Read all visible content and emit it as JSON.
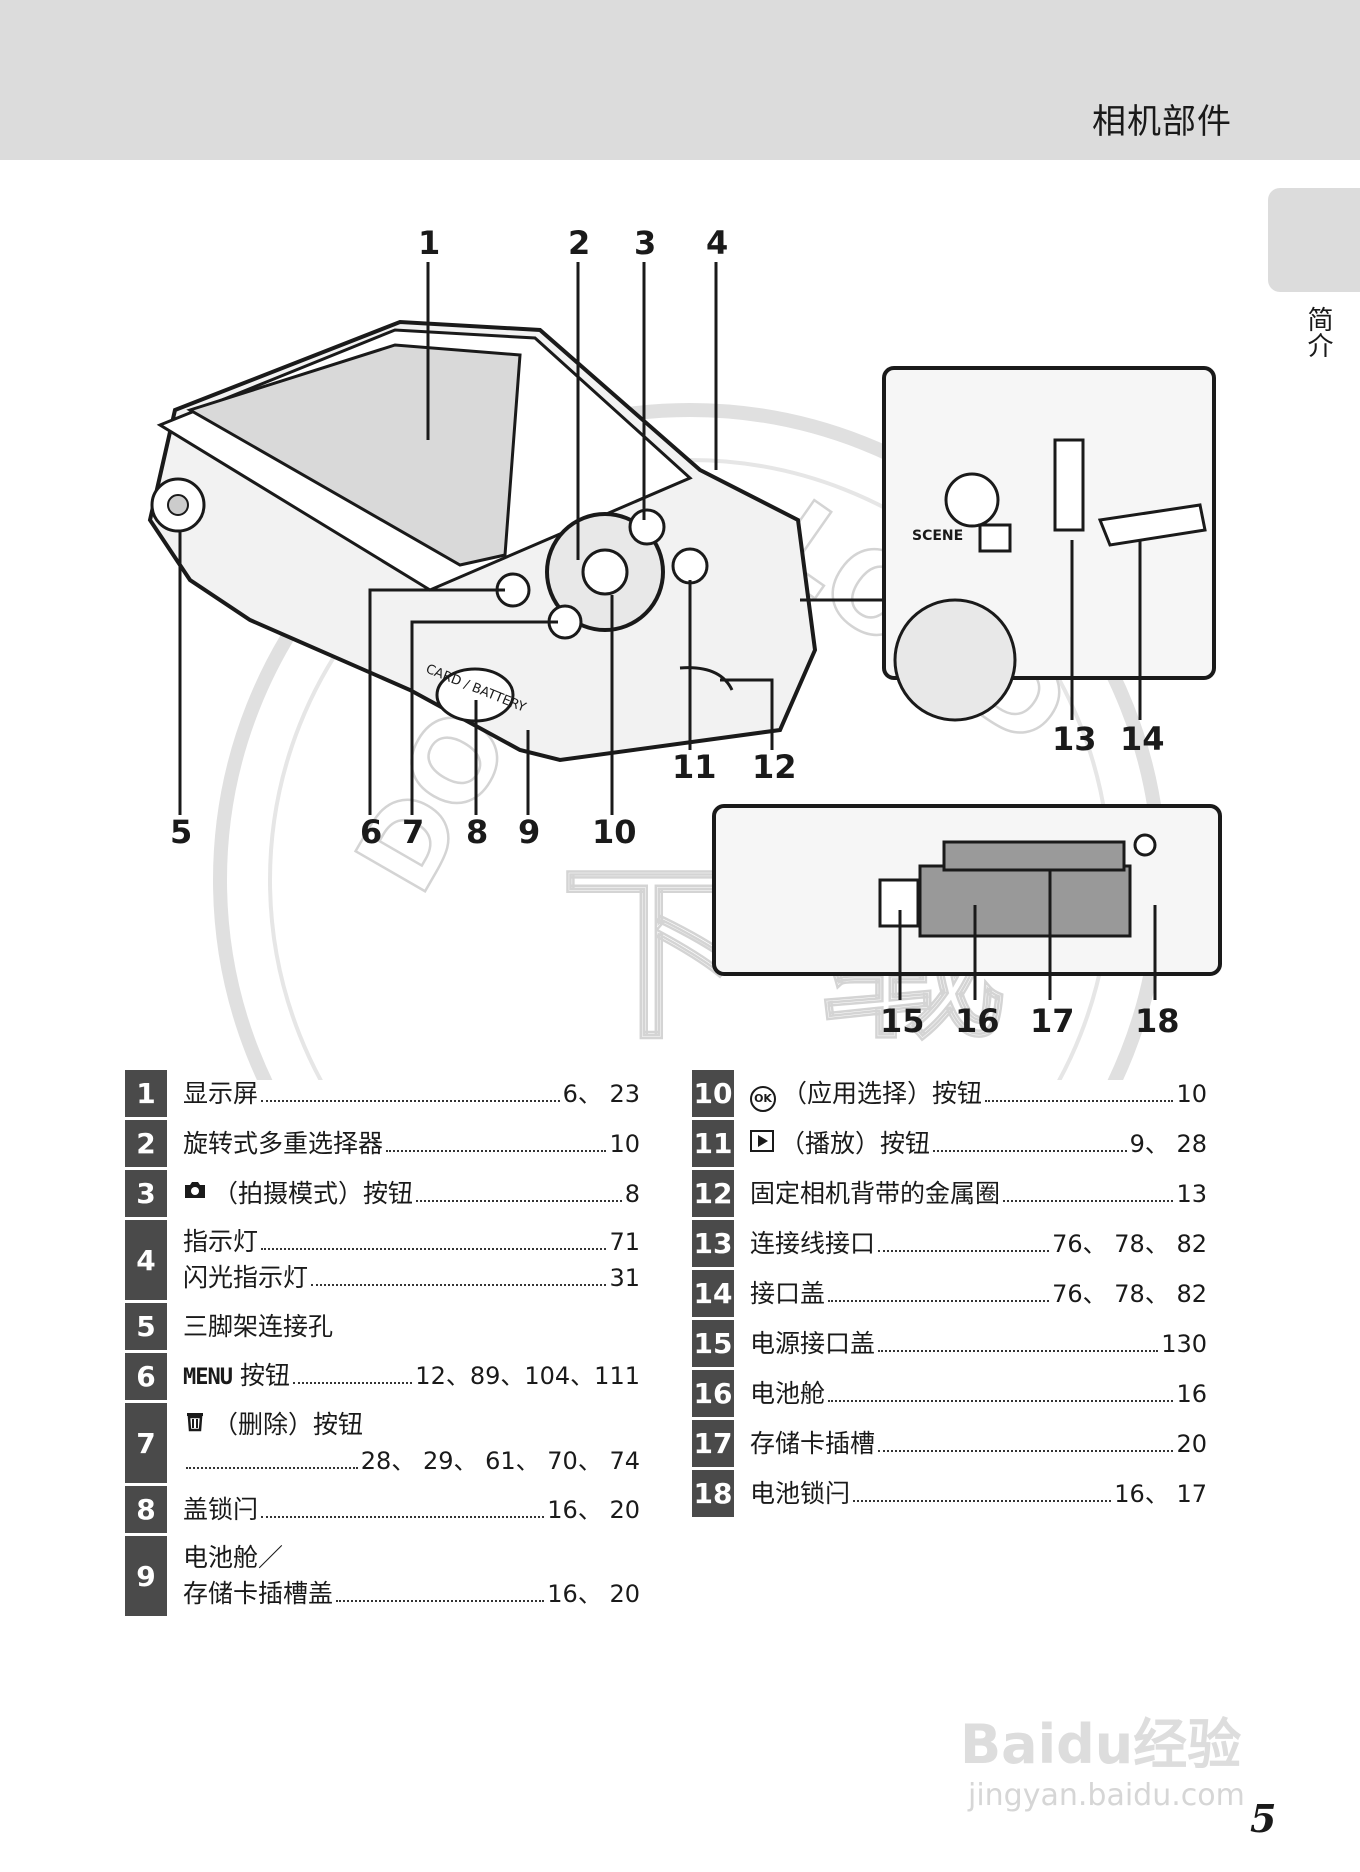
{
  "header": {
    "title": "相机部件"
  },
  "side_tab": {
    "label": "简介"
  },
  "callouts": [
    "1",
    "2",
    "3",
    "4",
    "5",
    "6",
    "7",
    "8",
    "9",
    "10",
    "11",
    "12",
    "13",
    "14",
    "15",
    "16",
    "17",
    "18"
  ],
  "camera_labels": {
    "card_battery": "CARD / BATTERY",
    "scene": "SCENE"
  },
  "watermark": {
    "brand": "Baidu经验",
    "url": "jingyan.baidu.com"
  },
  "parts_left": [
    {
      "num": "1",
      "lines": [
        {
          "text": "显示屏",
          "pages": "6、 23"
        }
      ]
    },
    {
      "num": "2",
      "lines": [
        {
          "text": "旋转式多重选择器",
          "pages": "10"
        }
      ]
    },
    {
      "num": "3",
      "icon": "camera-icon",
      "lines": [
        {
          "text": "（拍摄模式）按钮",
          "pages": "8"
        }
      ]
    },
    {
      "num": "4",
      "lines": [
        {
          "text": "指示灯",
          "pages": "71"
        },
        {
          "text": "闪光指示灯",
          "pages": "31"
        }
      ]
    },
    {
      "num": "5",
      "lines": [
        {
          "text": "三脚架连接孔",
          "pages": ""
        }
      ]
    },
    {
      "num": "6",
      "icon": "menu-icon",
      "icon_text": "MENU",
      "lines": [
        {
          "text": "按钮",
          "pages": "12、89、104、111"
        }
      ]
    },
    {
      "num": "7",
      "icon": "trash-icon",
      "lines": [
        {
          "text": "（删除）按钮",
          "pages": ""
        },
        {
          "text": "",
          "pages": "28、 29、 61、 70、 74"
        }
      ]
    },
    {
      "num": "8",
      "lines": [
        {
          "text": "盖锁闩",
          "pages": "16、 20"
        }
      ]
    },
    {
      "num": "9",
      "lines": [
        {
          "text": "电池舱／",
          "pages": ""
        },
        {
          "text": "存储卡插槽盖",
          "pages": "16、 20"
        }
      ]
    }
  ],
  "parts_right": [
    {
      "num": "10",
      "icon": "ok-icon",
      "icon_text": "OK",
      "lines": [
        {
          "text": "（应用选择）按钮",
          "pages": "10"
        }
      ]
    },
    {
      "num": "11",
      "icon": "play-icon",
      "lines": [
        {
          "text": "（播放）按钮",
          "pages": "9、 28"
        }
      ]
    },
    {
      "num": "12",
      "lines": [
        {
          "text": "固定相机背带的金属圈",
          "pages": "13"
        }
      ]
    },
    {
      "num": "13",
      "lines": [
        {
          "text": "连接线接口",
          "pages": "76、 78、 82"
        }
      ]
    },
    {
      "num": "14",
      "lines": [
        {
          "text": "接口盖",
          "pages": "76、 78、 82"
        }
      ]
    },
    {
      "num": "15",
      "lines": [
        {
          "text": "电源接口盖",
          "pages": "130"
        }
      ]
    },
    {
      "num": "16",
      "lines": [
        {
          "text": "电池舱",
          "pages": "16"
        }
      ]
    },
    {
      "num": "17",
      "lines": [
        {
          "text": "存储卡插槽",
          "pages": "20"
        }
      ]
    },
    {
      "num": "18",
      "lines": [
        {
          "text": "电池锁闩",
          "pages": "16、 17"
        }
      ]
    }
  ],
  "page_number": "5"
}
